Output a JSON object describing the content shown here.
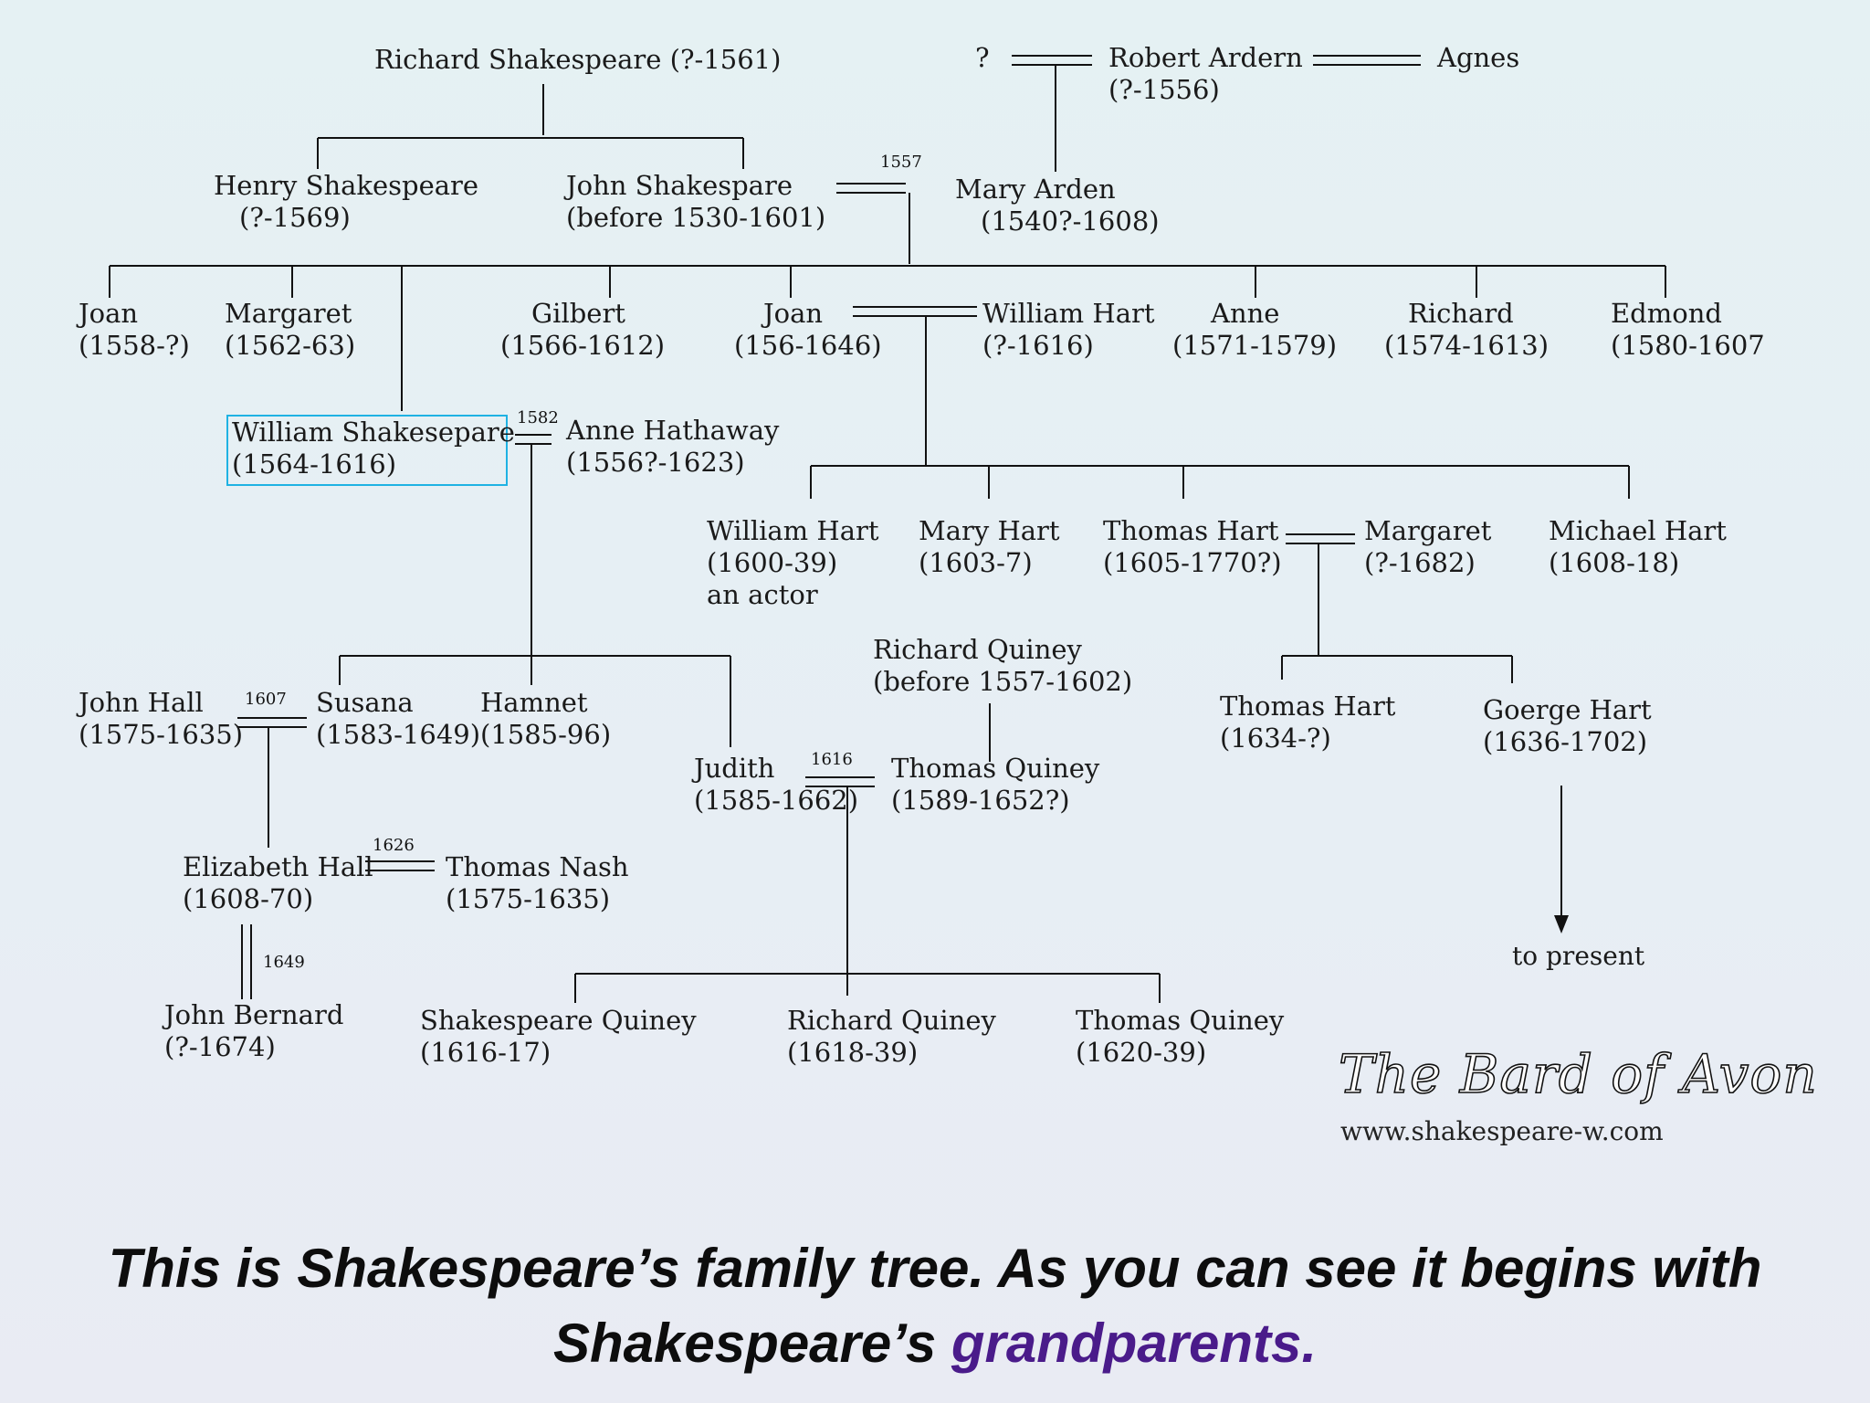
{
  "people": [
    {
      "id": "richard-shakespeare",
      "name": "Richard Shakespeare (?-1561)",
      "dates": ""
    },
    {
      "id": "unknown-spouse",
      "name": "?",
      "dates": ""
    },
    {
      "id": "robert-arden",
      "name": "Robert Ardern",
      "dates": "(?-1556)"
    },
    {
      "id": "agnes",
      "name": "Agnes",
      "dates": ""
    },
    {
      "id": "henry-shakespeare",
      "name": "Henry Shakespeare",
      "dates": "(?-1569)"
    },
    {
      "id": "john-shakespeare",
      "name": "John Shakespare",
      "dates": "(before 1530-1601)"
    },
    {
      "id": "mary-arden",
      "name": "Mary Arden",
      "dates": "(1540?-1608)"
    },
    {
      "id": "joan-1558",
      "name": "Joan",
      "dates": "(1558-?)"
    },
    {
      "id": "margaret-1562",
      "name": "Margaret",
      "dates": "(1562-63)"
    },
    {
      "id": "gilbert",
      "name": "Gilbert",
      "dates": "(1566-1612)"
    },
    {
      "id": "joan-hart",
      "name": "Joan",
      "dates": "(156-1646)"
    },
    {
      "id": "william-hart-sr",
      "name": "William Hart",
      "dates": "(?-1616)"
    },
    {
      "id": "anne",
      "name": "Anne",
      "dates": "(1571-1579)"
    },
    {
      "id": "richard-1574",
      "name": "Richard",
      "dates": "(1574-1613)"
    },
    {
      "id": "edmond",
      "name": "Edmond",
      "dates": "(1580-1607"
    },
    {
      "id": "william-shakespeare",
      "name": "William  Shakesepare",
      "dates": "(1564-1616)"
    },
    {
      "id": "anne-hathaway",
      "name": "Anne Hathaway",
      "dates": "(1556?-1623)"
    },
    {
      "id": "william-hart-actor",
      "name": "William Hart",
      "dates": "(1600-39)",
      "note": "an actor"
    },
    {
      "id": "mary-hart",
      "name": "Mary Hart",
      "dates": "(1603-7)"
    },
    {
      "id": "thomas-hart-1605",
      "name": "Thomas Hart",
      "dates": "(1605-1770?)"
    },
    {
      "id": "margaret-hart",
      "name": "Margaret",
      "dates": "(?-1682)"
    },
    {
      "id": "michael-hart",
      "name": "Michael Hart",
      "dates": "(1608-18)"
    },
    {
      "id": "richard-quiney",
      "name": "Richard Quiney",
      "dates": "(before 1557-1602)"
    },
    {
      "id": "john-hall",
      "name": "John Hall",
      "dates": "(1575-1635)"
    },
    {
      "id": "susana",
      "name": "Susana",
      "dates": "(1583-1649)"
    },
    {
      "id": "hamnet",
      "name": "Hamnet",
      "dates": "(1585-96)"
    },
    {
      "id": "judith",
      "name": "Judith",
      "dates": "(1585-1662)"
    },
    {
      "id": "thomas-quiney",
      "name": "Thomas Quiney",
      "dates": "(1589-1652?)"
    },
    {
      "id": "thomas-hart-1634",
      "name": "Thomas Hart",
      "dates": "(1634-?)"
    },
    {
      "id": "goerge-hart",
      "name": "Goerge Hart",
      "dates": "(1636-1702)"
    },
    {
      "id": "elizabeth-hall",
      "name": "Elizabeth Hall",
      "dates": "(1608-70)"
    },
    {
      "id": "thomas-nash",
      "name": "Thomas Nash",
      "dates": "(1575-1635)"
    },
    {
      "id": "john-bernard",
      "name": "John Bernard",
      "dates": "(?-1674)"
    },
    {
      "id": "shakespeare-quiney",
      "name": "Shakespeare Quiney",
      "dates": "(1616-17)"
    },
    {
      "id": "richard-quiney-1618",
      "name": "Richard Quiney",
      "dates": "(1618-39)"
    },
    {
      "id": "thomas-quiney-1620",
      "name": "Thomas Quiney",
      "dates": "(1620-39)"
    }
  ],
  "marriage_years": {
    "john_mary": "1557",
    "william_anne": "1582",
    "john_susana": "1607",
    "judith_thomas": "1616",
    "elizabeth_nash": "1626",
    "elizabeth_bernard": "1649"
  },
  "to_present": "to present",
  "logo": {
    "title": "The Bard of Avon",
    "url": "www.shakespeare-w.com"
  },
  "caption": {
    "text": "This is Shakespeare’s family tree. As you can see it begins with Shakespeare’s ",
    "highlight": "grandparents.",
    "highlight_color": "#4a1b8a"
  },
  "colors": {
    "focus_border": "#1fb2e3",
    "line": "#111111"
  }
}
